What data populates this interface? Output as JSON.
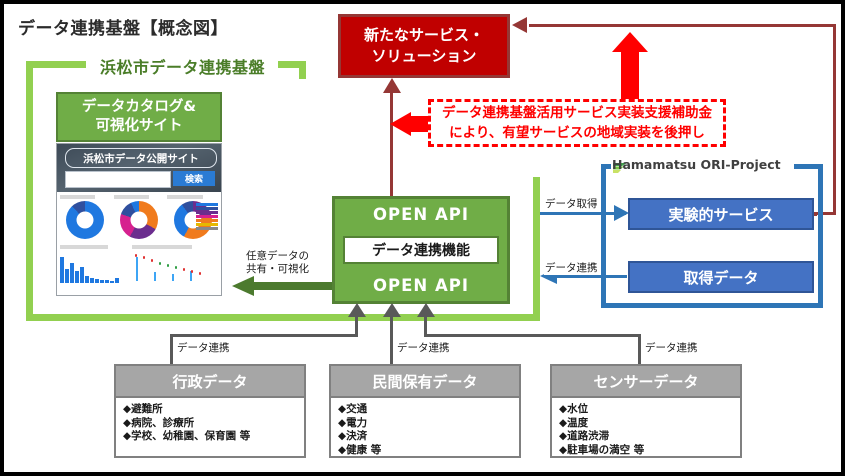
{
  "page": {
    "title": "データ連携基盤【概念図】",
    "frame_label": "浜松市データ連携基盤"
  },
  "colors": {
    "green_frame": "#92D050",
    "green_box": "#70AD47",
    "green_border": "#548235",
    "red_box": "#C00000",
    "red_border": "#953735",
    "red_dashed": "#FF0000",
    "blue_box": "#4472C4",
    "blue_border": "#2F5597",
    "blue_line": "#2E75B6",
    "gray_header": "#A6A6A6",
    "gray_border": "#808080",
    "dark_red_line": "#953735",
    "gray_arrow": "#595959"
  },
  "catalog": {
    "title_line1": "データカタログ&",
    "title_line2": "可視化サイト",
    "site_title": "浜松市データ公開サイト",
    "search_value": "",
    "search_placeholder": "",
    "search_button": "検索"
  },
  "openapi": {
    "top_label": "OPEN API",
    "middle_label": "データ連携機能",
    "bottom_label": "OPEN API"
  },
  "new_service": {
    "line1": "新たなサービス・",
    "line2": "ソリューション"
  },
  "subsidy": {
    "line1": "データ連携基盤活用サービス実装支援補助金",
    "line2": "により、有望サービスの地域実装を後押し"
  },
  "ori": {
    "title": "Hamamatsu ORI-Project",
    "experimental_service": "実験的サービス",
    "acquired_data": "取得データ"
  },
  "connectors": {
    "share_visualize_line1": "任意データの",
    "share_visualize_line2": "共有・可視化",
    "data_acquire": "データ取得",
    "data_link": "データ連携",
    "data_link_1": "データ連携",
    "data_link_2": "データ連携",
    "data_link_3": "データ連携"
  },
  "sources": [
    {
      "title": "行政データ",
      "items": [
        "◆避難所",
        "◆病院、診療所",
        "◆学校、幼稚園、保育園 等"
      ]
    },
    {
      "title": "民間保有データ",
      "items": [
        "◆交通",
        "◆電力",
        "◆決済",
        "◆健康 等"
      ]
    },
    {
      "title": "センサーデータ",
      "items": [
        "◆水位",
        "◆温度",
        "◆道路渋滞",
        "◆駐車場の満空 等"
      ]
    }
  ]
}
